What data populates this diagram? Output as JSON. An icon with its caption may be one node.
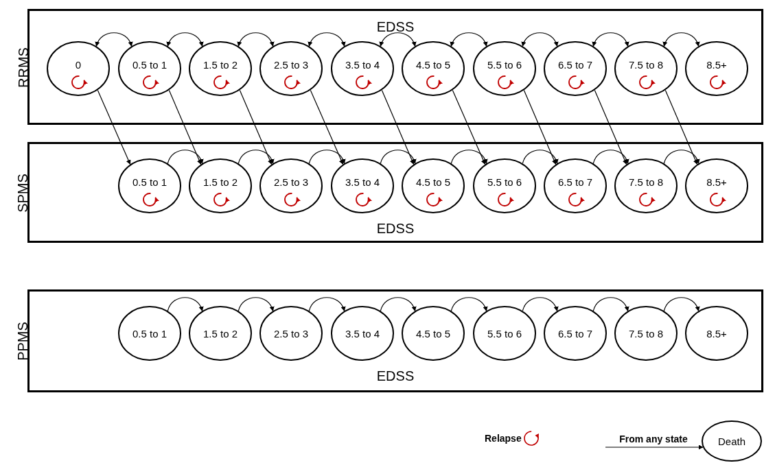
{
  "diagram": {
    "nodes": [
      {
        "text": [
          "RRMS",
          "EDSS"
        ]
      },
      {
        "text": [
          "0"
        ],
        "in": 0
      },
      {
        "text": [
          "0.5 to 1"
        ],
        "in": 0
      },
      {
        "text": [
          "1.5 to 2"
        ],
        "in": 0
      },
      {
        "text": [
          "2.5 to 3"
        ],
        "in": 0
      },
      {
        "text": [
          "3.5 to 4"
        ],
        "in": 0
      },
      {
        "text": [
          "4.5 to 5"
        ],
        "in": 0
      },
      {
        "text": [
          "5.5 to 6"
        ],
        "in": 0
      },
      {
        "text": [
          "6.5 to 7"
        ],
        "in": 0
      },
      {
        "text": [
          "7.5 to 8"
        ],
        "in": 0
      },
      {
        "text": [
          "8.5+"
        ],
        "in": 0
      },
      {
        "text": [
          "SPMS",
          "EDSS"
        ]
      },
      {
        "text": [
          "0.5 to 1"
        ],
        "in": 11
      },
      {
        "text": [
          "1.5 to 2"
        ],
        "in": 11
      },
      {
        "text": [
          "2.5 to 3"
        ],
        "in": 11
      },
      {
        "text": [
          "3.5 to 4"
        ],
        "in": 11
      },
      {
        "text": [
          "4.5 to 5"
        ],
        "in": 11
      },
      {
        "text": [
          "5.5 to 6"
        ],
        "in": 11
      },
      {
        "text": [
          "6.5 to 7"
        ],
        "in": 11
      },
      {
        "text": [
          "7.5 to 8"
        ],
        "in": 11
      },
      {
        "text": [
          "8.5+"
        ],
        "in": 11
      },
      {
        "text": [
          "PPMS",
          "EDSS"
        ]
      },
      {
        "text": [
          "0.5 to 1"
        ],
        "in": 21
      },
      {
        "text": [
          "1.5 to 2"
        ],
        "in": 21
      },
      {
        "text": [
          "2.5 to 3"
        ],
        "in": 21
      },
      {
        "text": [
          "3.5 to 4"
        ],
        "in": 21
      },
      {
        "text": [
          "4.5 to 5"
        ],
        "in": 21
      },
      {
        "text": [
          "5.5 to 6"
        ],
        "in": 21
      },
      {
        "text": [
          "6.5 to 7"
        ],
        "in": 21
      },
      {
        "text": [
          "7.5 to 8"
        ],
        "in": 21
      },
      {
        "text": [
          "8.5+"
        ],
        "in": 21
      },
      {
        "text": [
          "Death"
        ]
      }
    ],
    "edges": [
      {
        "from": 1,
        "to": 2,
        "arrow": "both"
      },
      {
        "from": 2,
        "to": 3,
        "arrow": "both"
      },
      {
        "from": 3,
        "to": 4,
        "arrow": "both"
      },
      {
        "from": 4,
        "to": 5,
        "arrow": "both"
      },
      {
        "from": 5,
        "to": 6,
        "arrow": "both"
      },
      {
        "from": 6,
        "to": 7,
        "arrow": "both"
      },
      {
        "from": 7,
        "to": 8,
        "arrow": "both"
      },
      {
        "from": 8,
        "to": 9,
        "arrow": "both"
      },
      {
        "from": 9,
        "to": 10,
        "arrow": "both"
      },
      {
        "from": 1,
        "to": 1,
        "arrow": "to",
        "color": "#c00000"
      },
      {
        "from": 2,
        "to": 2,
        "arrow": "to",
        "color": "#c00000"
      },
      {
        "from": 3,
        "to": 3,
        "arrow": "to",
        "color": "#c00000"
      },
      {
        "from": 4,
        "to": 4,
        "arrow": "to",
        "color": "#c00000"
      },
      {
        "from": 5,
        "to": 5,
        "arrow": "to",
        "color": "#c00000"
      },
      {
        "from": 6,
        "to": 6,
        "arrow": "to",
        "color": "#c00000"
      },
      {
        "from": 7,
        "to": 7,
        "arrow": "to",
        "color": "#c00000"
      },
      {
        "from": 8,
        "to": 8,
        "arrow": "to",
        "color": "#c00000"
      },
      {
        "from": 9,
        "to": 9,
        "arrow": "to",
        "color": "#c00000"
      },
      {
        "from": 10,
        "to": 10,
        "arrow": "to",
        "color": "#c00000"
      },
      {
        "from": 1,
        "to": 12,
        "arrow": "to"
      },
      {
        "from": 2,
        "to": 13,
        "arrow": "to"
      },
      {
        "from": 3,
        "to": 14,
        "arrow": "to"
      },
      {
        "from": 4,
        "to": 15,
        "arrow": "to"
      },
      {
        "from": 5,
        "to": 16,
        "arrow": "to"
      },
      {
        "from": 6,
        "to": 17,
        "arrow": "to"
      },
      {
        "from": 7,
        "to": 18,
        "arrow": "to"
      },
      {
        "from": 8,
        "to": 19,
        "arrow": "to"
      },
      {
        "from": 9,
        "to": 20,
        "arrow": "to"
      },
      {
        "from": 12,
        "to": 13,
        "arrow": "to"
      },
      {
        "from": 13,
        "to": 14,
        "arrow": "to"
      },
      {
        "from": 14,
        "to": 15,
        "arrow": "to"
      },
      {
        "from": 15,
        "to": 16,
        "arrow": "to"
      },
      {
        "from": 16,
        "to": 17,
        "arrow": "to"
      },
      {
        "from": 17,
        "to": 18,
        "arrow": "to"
      },
      {
        "from": 18,
        "to": 19,
        "arrow": "to"
      },
      {
        "from": 19,
        "to": 20,
        "arrow": "to"
      },
      {
        "from": 12,
        "to": 12,
        "arrow": "to",
        "color": "#c00000"
      },
      {
        "from": 13,
        "to": 13,
        "arrow": "to",
        "color": "#c00000"
      },
      {
        "from": 14,
        "to": 14,
        "arrow": "to",
        "color": "#c00000"
      },
      {
        "from": 15,
        "to": 15,
        "arrow": "to",
        "color": "#c00000"
      },
      {
        "from": 16,
        "to": 16,
        "arrow": "to",
        "color": "#c00000"
      },
      {
        "from": 17,
        "to": 17,
        "arrow": "to",
        "color": "#c00000"
      },
      {
        "from": 18,
        "to": 18,
        "arrow": "to",
        "color": "#c00000"
      },
      {
        "from": 19,
        "to": 19,
        "arrow": "to",
        "color": "#c00000"
      },
      {
        "from": 20,
        "to": 20,
        "arrow": "to",
        "color": "#c00000"
      },
      {
        "from": 22,
        "to": 23,
        "arrow": "to"
      },
      {
        "from": 23,
        "to": 24,
        "arrow": "to"
      },
      {
        "from": 24,
        "to": 25,
        "arrow": "to"
      },
      {
        "from": 25,
        "to": 26,
        "arrow": "to"
      },
      {
        "from": 26,
        "to": 27,
        "arrow": "to"
      },
      {
        "from": 27,
        "to": 28,
        "arrow": "to"
      },
      {
        "from": 28,
        "to": 29,
        "arrow": "to"
      },
      {
        "from": 29,
        "to": 30,
        "arrow": "to"
      },
      {
        "from": null,
        "to": 31,
        "arrow": "to",
        "label": "From any state"
      }
    ],
    "legend": [
      {
        "text": "Relapse"
      }
    ]
  }
}
